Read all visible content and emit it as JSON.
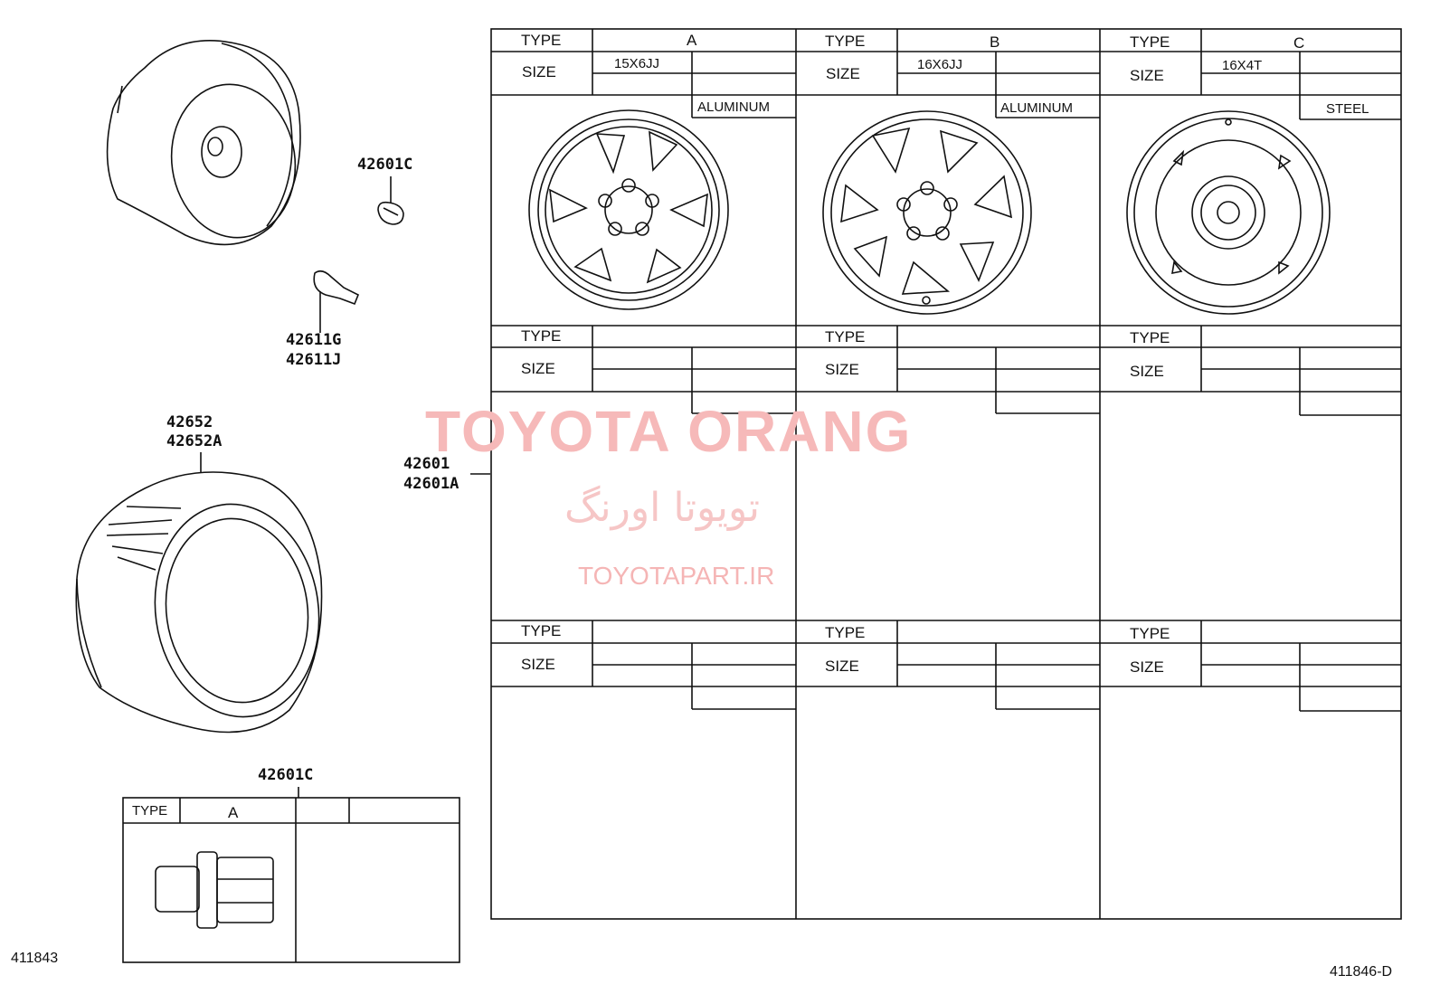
{
  "parts": {
    "valve_cap_top": "42601C",
    "valve_a": "42611G",
    "valve_b": "42611J",
    "tire_a": "42652",
    "tire_b": "42652A",
    "wheel_a": "42601",
    "wheel_b": "42601A",
    "nut": "42601C"
  },
  "wheel_table": {
    "type_label": "TYPE",
    "size_label": "SIZE",
    "columns": [
      {
        "type": "A",
        "size": "15X6JJ",
        "material": "ALUMINUM"
      },
      {
        "type": "B",
        "size": "16X6JJ",
        "material": "ALUMINUM"
      },
      {
        "type": "C",
        "size": "16X4T",
        "material": "STEEL"
      }
    ]
  },
  "nut_table": {
    "type_label": "TYPE",
    "type_value": "A"
  },
  "codes": {
    "left": "411843",
    "right": "411846-D"
  },
  "watermark": {
    "title": "TOYOTA ORANG",
    "persian": "تویوتا اورنگ",
    "url": "TOYOTAPART.IR"
  }
}
